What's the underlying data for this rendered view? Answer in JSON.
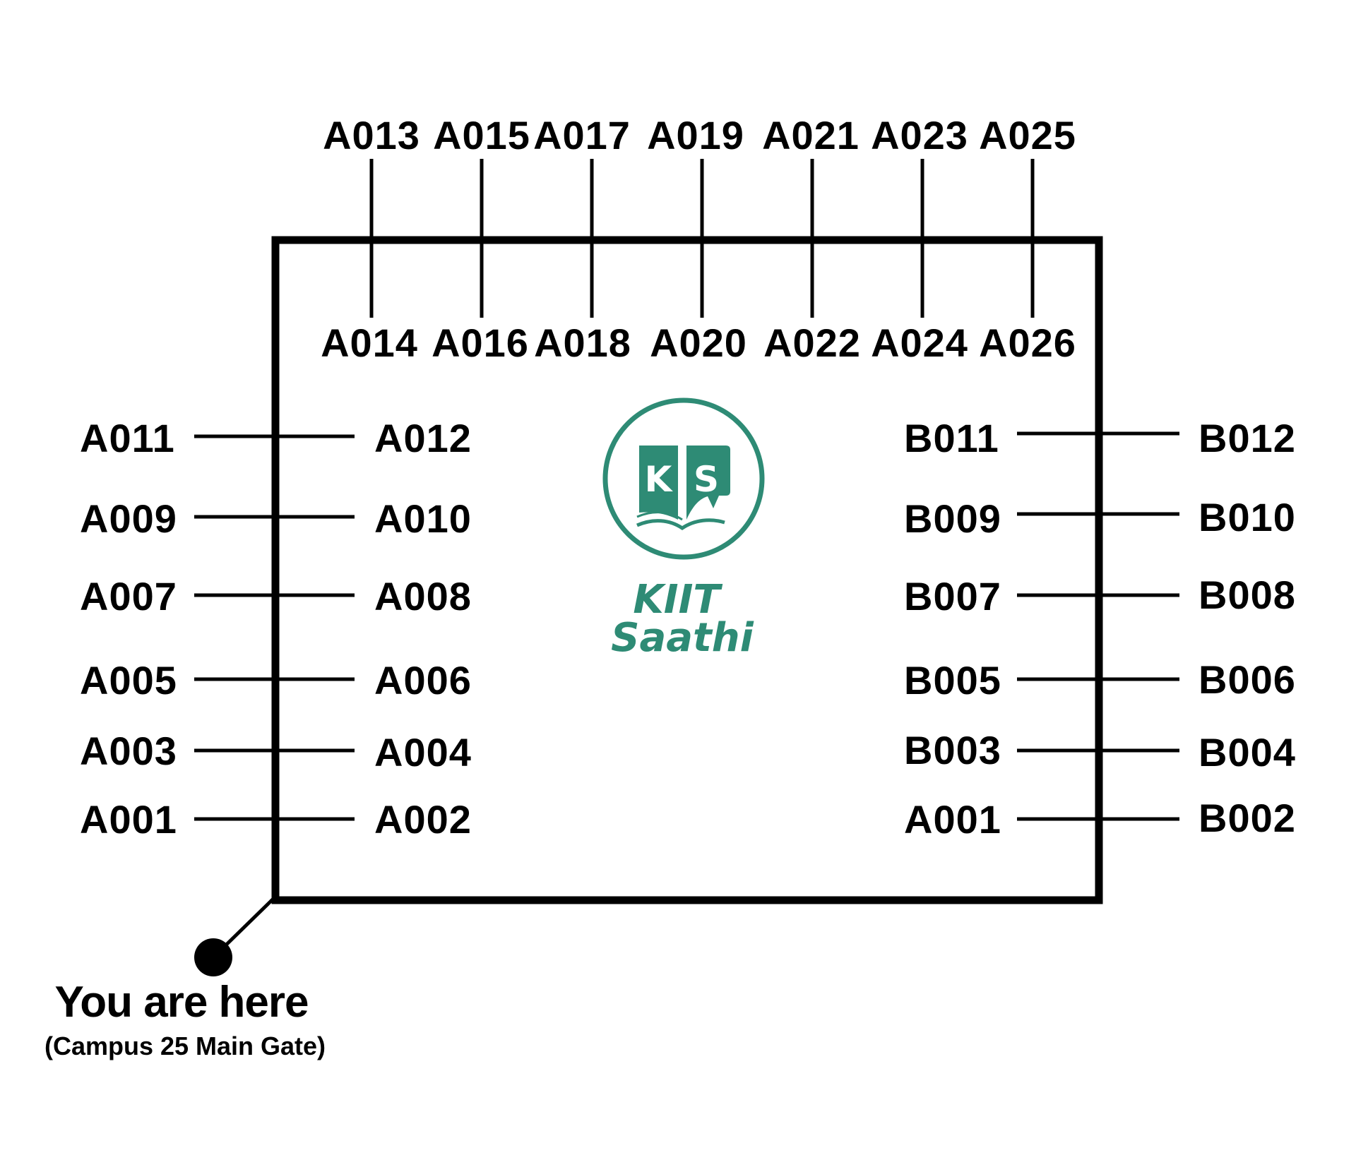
{
  "colors": {
    "brand": "#2e8b75",
    "ink": "#000000",
    "background": "#ffffff"
  },
  "top_row_upper": [
    "A013",
    "A015",
    "A017",
    "A019",
    "A021",
    "A023",
    "A025"
  ],
  "top_row_lower": [
    "A014",
    "A016",
    "A018",
    "A020",
    "A022",
    "A024",
    "A026"
  ],
  "left_outer": [
    "A011",
    "A009",
    "A007",
    "A005",
    "A003",
    "A001"
  ],
  "left_inner": [
    "A012",
    "A010",
    "A008",
    "A006",
    "A004",
    "A002"
  ],
  "right_inner": [
    "B011",
    "B009",
    "B007",
    "B005",
    "B003",
    "A001"
  ],
  "right_outer": [
    "B012",
    "B010",
    "B008",
    "B006",
    "B004",
    "B002"
  ],
  "logo": {
    "icon": "book-chat-icon",
    "initial_1": "K",
    "initial_2": "S",
    "brand_line_1": "KIIT",
    "brand_line_2": "Saathi"
  },
  "marker": {
    "icon": "location-dot-icon",
    "title": "You are here",
    "location": "(Campus 25 Main Gate)"
  }
}
